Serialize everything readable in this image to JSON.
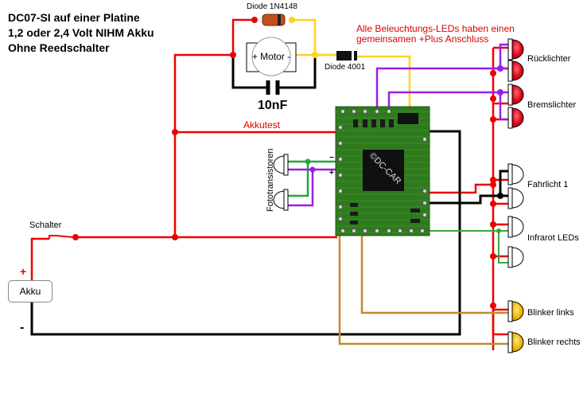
{
  "title": {
    "lines": [
      "DC07-SI auf einer Platine",
      "1,2 oder 2,4 Volt NIHM Akku",
      "Ohne Reedschalter"
    ]
  },
  "notes": {
    "common_plus": [
      "Alle Beleuchtungs-LEDs haben einen",
      "gemeinsamen +Plus Anschluss"
    ],
    "akkutest": "Akkutest"
  },
  "components": {
    "diode_top": "Diode 1N4148",
    "diode_main": "Diode 4001",
    "motor": "+ Motor -",
    "capacitor": "10nF",
    "switch": "Schalter",
    "battery": "Akku",
    "battery_plus": "+",
    "battery_minus": "-",
    "phototransistors": "Fototransistoren",
    "pt_minus": "−",
    "pt_plus": "+",
    "decoder_marking": "©DC-CAR"
  },
  "leds": [
    {
      "group": "Rücklichter",
      "color": "#e8001c",
      "count": 2
    },
    {
      "group": "Bremslichter",
      "color": "#e8001c",
      "count": 2
    },
    {
      "group": "Fahrlicht 1",
      "color": "#ffffff",
      "count": 2
    },
    {
      "group": "Infrarot LEDs",
      "color": "#ffffff",
      "count": 2
    },
    {
      "group": "Blinker links",
      "color": "#f2b705",
      "count": 1
    },
    {
      "group": "Blinker rechts",
      "color": "#f2b705",
      "count": 1
    }
  ],
  "wire_colors": {
    "plus": "#ee0000",
    "ground": "#000000",
    "motor": "#ffd21f",
    "brake_tail": "#9a1ee6",
    "infrared": "#3aa63a",
    "blinker": "#c28a2e",
    "phototransistor": "#1fa83a"
  }
}
